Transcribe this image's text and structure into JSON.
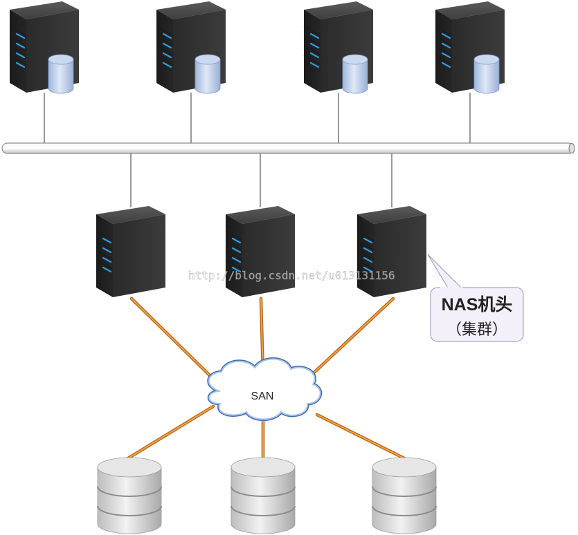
{
  "diagram": {
    "cloud_label": "SAN",
    "callout_line1": "NAS机头",
    "callout_line2": "（集群）",
    "watermark": "http://blog.csdn.net/u013131156"
  },
  "app_servers": [
    {
      "icon": "server-with-database-icon"
    },
    {
      "icon": "server-with-database-icon"
    },
    {
      "icon": "server-with-database-icon"
    },
    {
      "icon": "server-with-database-icon"
    }
  ],
  "nas_heads": [
    {
      "icon": "server-icon"
    },
    {
      "icon": "server-icon"
    },
    {
      "icon": "server-icon"
    }
  ],
  "storage": [
    {
      "icon": "disk-storage-icon"
    },
    {
      "icon": "disk-storage-icon"
    },
    {
      "icon": "disk-storage-icon"
    }
  ],
  "colors": {
    "server_body": "#333333",
    "led": "#2e9be0",
    "db_cylinder": "#b8cce8",
    "san_link": "#e0852a",
    "cloud_outline": "#4a78b8",
    "callout_bg": "#f3f0fa"
  }
}
